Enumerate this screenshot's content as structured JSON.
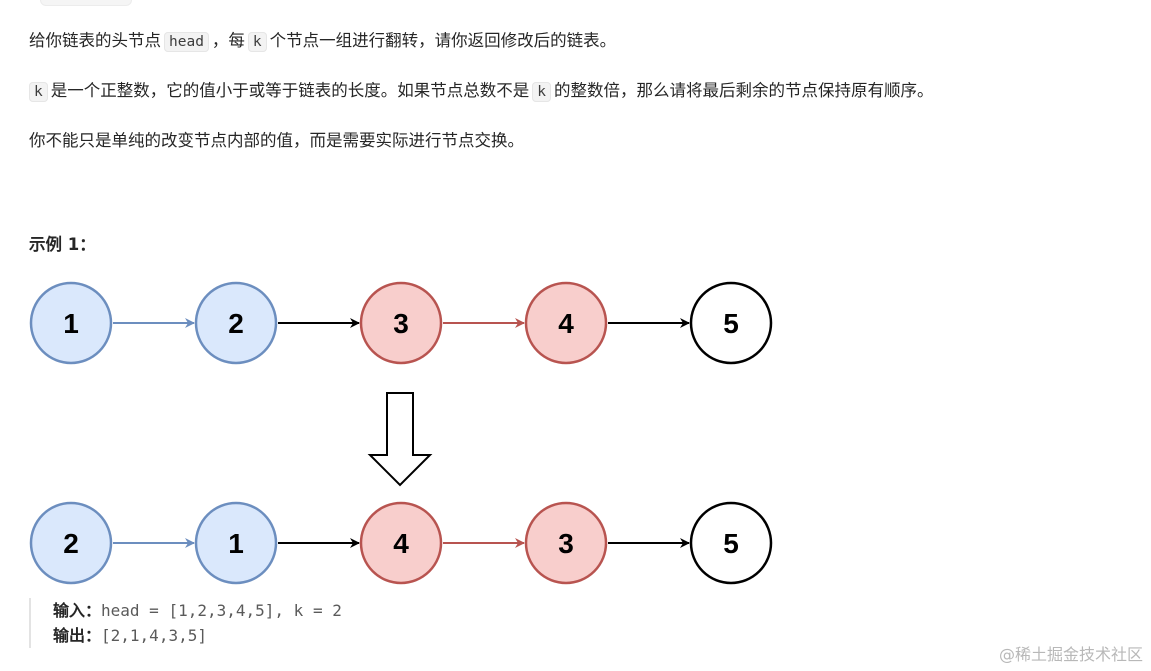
{
  "problem": {
    "p1": {
      "pre": "给你链表的头节点",
      "code1": "head",
      "mid": "，每",
      "code2": "k",
      "post": "个节点一组进行翻转，请你返回修改后的链表。"
    },
    "p2": {
      "code1": "k",
      "mid": "是一个正整数，它的值小于或等于链表的长度。如果节点总数不是",
      "code2": "k",
      "post": "的整数倍，那么请将最后剩余的节点保持原有顺序。"
    },
    "p3": "你不能只是单纯的改变节点内部的值，而是需要实际进行节点交换。"
  },
  "example": {
    "title": "示例 1：",
    "input_label": "输入：",
    "input_value": "head = [1,2,3,4,5], k = 2",
    "output_label": "输出：",
    "output_value": "[2,1,4,3,5]"
  },
  "diagram": {
    "before": [
      {
        "label": "1",
        "style": "blue"
      },
      {
        "label": "2",
        "style": "blue"
      },
      {
        "label": "3",
        "style": "red"
      },
      {
        "label": "4",
        "style": "red"
      },
      {
        "label": "5",
        "style": "white"
      }
    ],
    "after": [
      {
        "label": "2",
        "style": "blue"
      },
      {
        "label": "1",
        "style": "blue"
      },
      {
        "label": "4",
        "style": "red"
      },
      {
        "label": "3",
        "style": "red"
      },
      {
        "label": "5",
        "style": "white"
      }
    ],
    "colors": {
      "blue_fill": "#dae8fc",
      "blue_stroke": "#6c8ebf",
      "red_fill": "#f8cecc",
      "red_stroke": "#b85450",
      "white_fill": "#ffffff",
      "white_stroke": "#000000"
    }
  },
  "watermark": "@稀土掘金技术社区"
}
